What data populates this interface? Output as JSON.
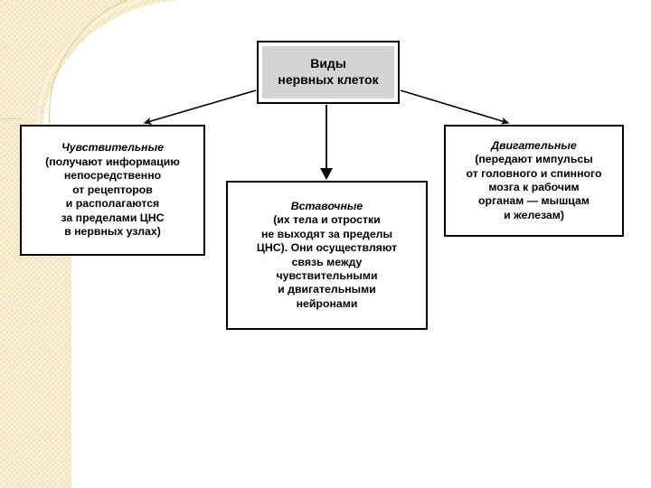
{
  "slide": {
    "background_color": "#ffffff",
    "decor_color": "#f2e4bd",
    "decor_accent_color": "#d8c79b"
  },
  "diagram": {
    "root": {
      "title": "Виды",
      "subtitle": "нервных клеток",
      "fill_color": "#d4d4d4",
      "border_color": "#000000"
    },
    "branches": [
      {
        "id": "sensory",
        "title": "Чувствительные",
        "lines": [
          "(получают информацию",
          "непосредственно",
          "от рецепторов",
          "и располагаются",
          "за пределами ЦНС",
          "в нервных узлах)"
        ]
      },
      {
        "id": "interneuron",
        "title": "Вставочные",
        "lines": [
          "(их тела и отростки",
          "не выходят за пределы",
          "ЦНС). Они осуществляют",
          "связь между",
          "чувствительными",
          "и двигательными",
          "нейронами"
        ]
      },
      {
        "id": "motor",
        "title": "Двигательные",
        "lines": [
          "(передают импульсы",
          "от головного и спинного",
          "мозга к рабочим",
          "органам — мышцам",
          "и железам)"
        ]
      }
    ],
    "connectors": [
      {
        "name": "arrow-root-to-sensory",
        "from": "root",
        "to": "sensory"
      },
      {
        "name": "arrow-root-to-interneuron",
        "from": "root",
        "to": "interneuron"
      },
      {
        "name": "arrow-root-to-motor",
        "from": "root",
        "to": "motor"
      }
    ]
  }
}
